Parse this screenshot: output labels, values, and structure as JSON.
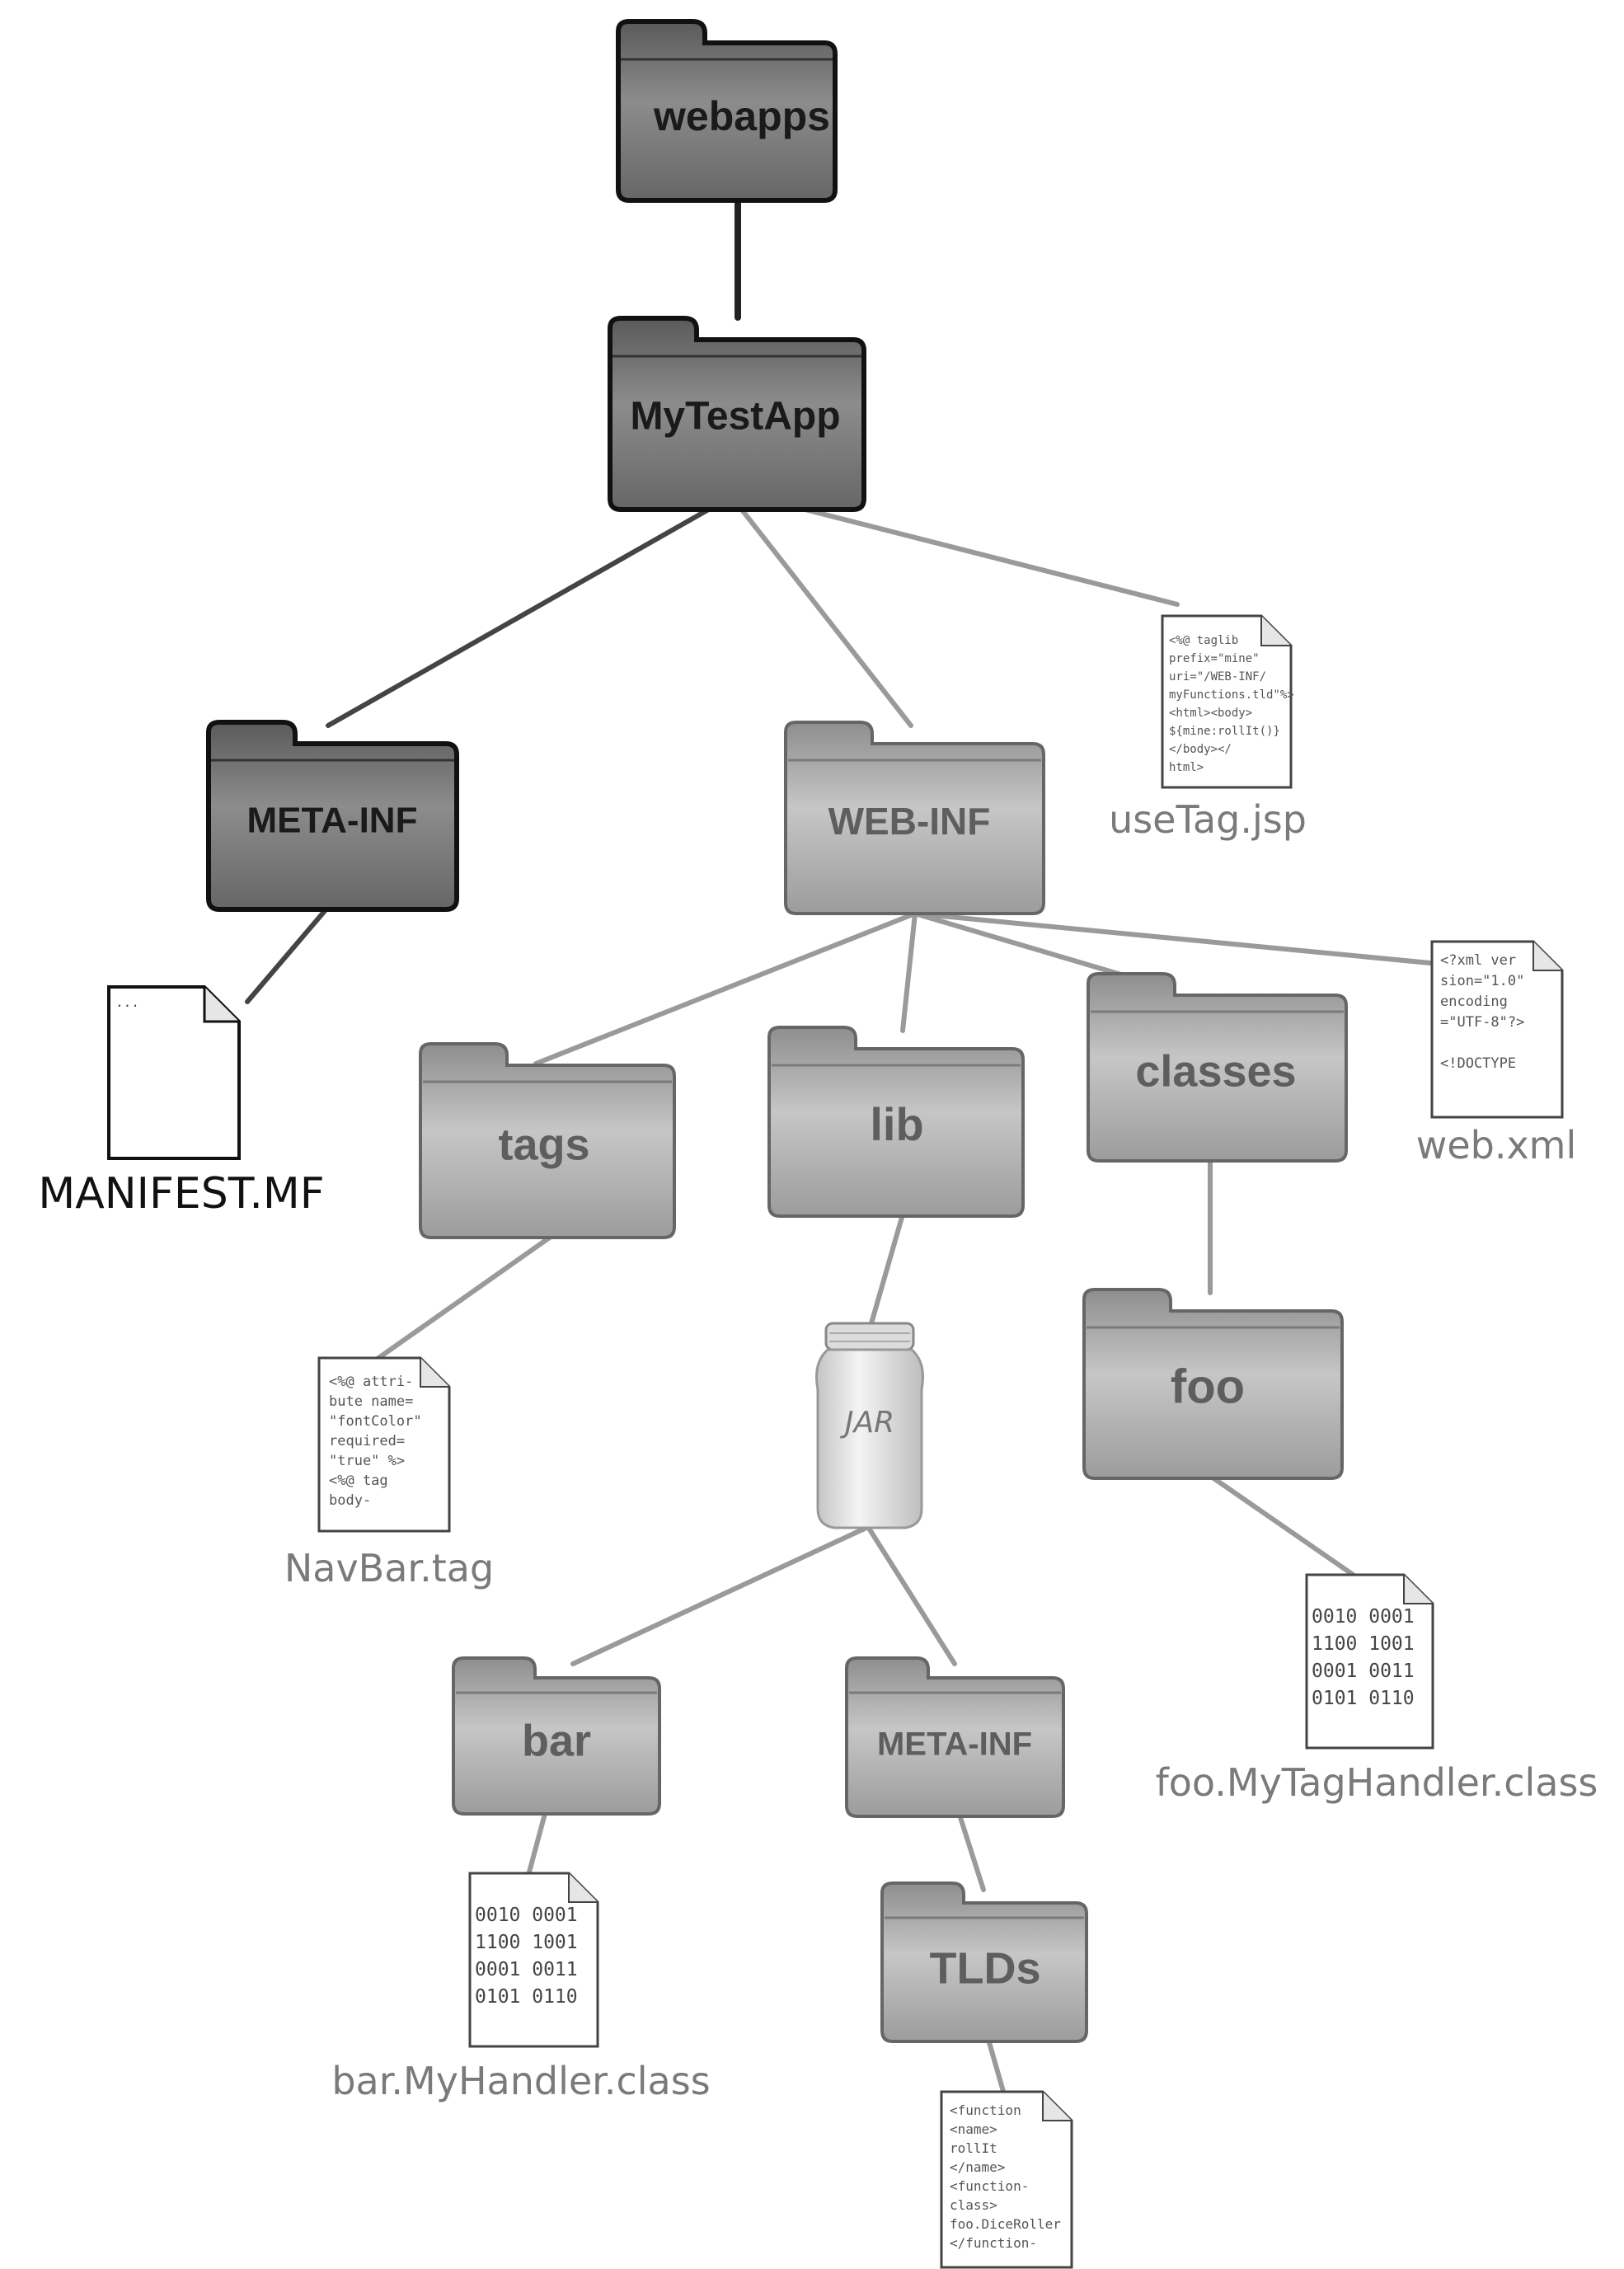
{
  "folders": {
    "webapps": "webapps",
    "mytestapp": "MyTestApp",
    "meta_inf_top": "META-INF",
    "web_inf": "WEB-INF",
    "tags": "tags",
    "lib": "lib",
    "classes": "classes",
    "foo": "foo",
    "bar": "bar",
    "meta_inf_jar": "META-INF",
    "tlds": "TLDs"
  },
  "jar": {
    "label": "JAR"
  },
  "files": {
    "manifest": {
      "caption": "MANIFEST.MF",
      "lines": [
        "..."
      ]
    },
    "usetag": {
      "caption": "useTag.jsp",
      "lines": [
        "<%@ taglib",
        "prefix=\"mine\"",
        "uri=\"/WEB-INF/",
        "myFunctions.tld\"%>",
        "<html><body>",
        "${mine:rollIt()}",
        "</body></",
        "html>"
      ]
    },
    "webxml": {
      "caption": "web.xml",
      "lines": [
        "<?xml ver",
        "sion=\"1.0\"",
        "encoding",
        "=\"UTF-8\"?>",
        "",
        "<!DOCTYPE"
      ]
    },
    "navbar": {
      "caption": "NavBar.tag",
      "lines": [
        "<%@ attri-",
        "bute name=",
        "\"fontColor\"",
        "required=",
        "\"true\" %>",
        "<%@ tag",
        "body-"
      ]
    },
    "foo_class": {
      "caption": "foo.MyTagHandler.class",
      "lines": [
        "0010 0001",
        "1100 1001",
        "0001 0011",
        "0101 0110"
      ]
    },
    "bar_class": {
      "caption": "bar.MyHandler.class",
      "lines": [
        "0010 0001",
        "1100 1001",
        "0001 0011",
        "0101 0110"
      ]
    },
    "tld": {
      "lines": [
        "<function",
        "<name>",
        "rollIt",
        "</name>",
        "<function-",
        "class>",
        "foo.DiceRoller",
        "</function-"
      ]
    }
  },
  "colors": {
    "dark_folder": "#6f6f6f",
    "light_folder": "#a9a9a9",
    "dark_label": "#1a1a1a",
    "light_label": "#5e5e5e",
    "caption": "#7a7a7a"
  }
}
